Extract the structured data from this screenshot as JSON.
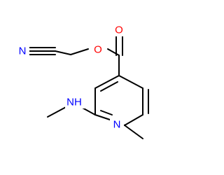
{
  "molecule": {
    "atoms": {
      "O_carbonyl": "O",
      "O_ester": "O",
      "N_nitrile": "N",
      "N_amine": "NH",
      "N_ring": "N"
    },
    "colors": {
      "bond": "#000000",
      "oxygen": "#ff0000",
      "nitrogen": "#0000ff"
    }
  }
}
